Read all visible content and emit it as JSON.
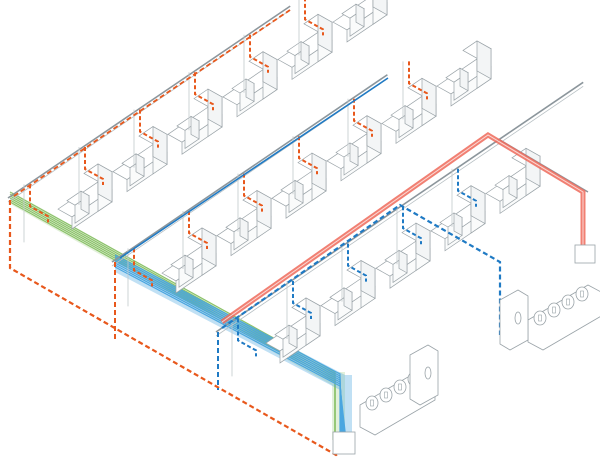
{
  "diagram": {
    "colors": {
      "structure": "#9aa3a8",
      "orange_line": "#e8581c",
      "blue_line": "#1f7ac4",
      "green_bundle": "#8cc26a",
      "blue_bundle": "#4aa6e0",
      "red_main": "#ef6a5a"
    },
    "rows": [
      {
        "name": "row-1",
        "machines": 6,
        "drop_color": "orange_line"
      },
      {
        "name": "row-2",
        "machines": 6,
        "drop_color": "orange_line"
      },
      {
        "name": "row-3",
        "machines": 5,
        "drop_color": "blue_line"
      }
    ]
  }
}
